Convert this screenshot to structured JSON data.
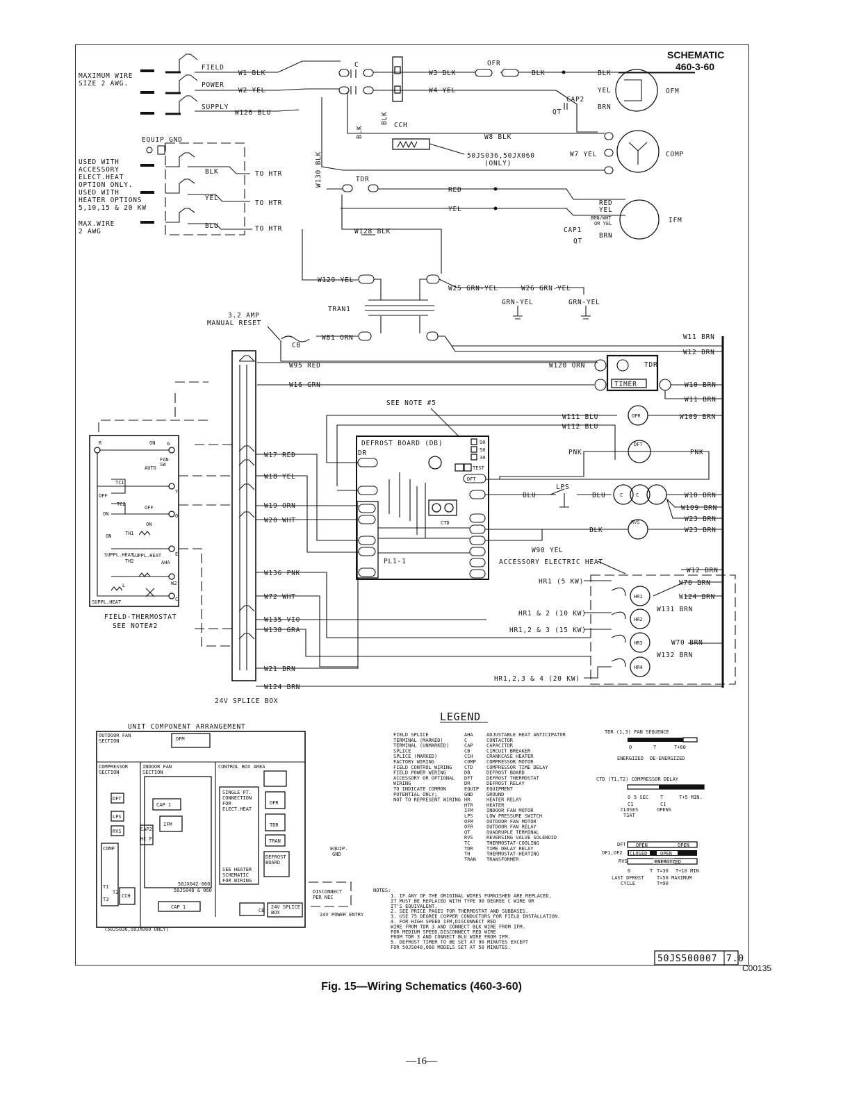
{
  "header": {
    "title_line1": "SCHEMATIC",
    "title_line2": "460-3-60"
  },
  "supply": {
    "max_wire": [
      "MAXIMUM WIRE",
      "SIZE 2 AWG."
    ],
    "field": "FIELD",
    "power": "POWER",
    "supply": "SUPPLY",
    "equip_gnd": "EQUIP_GND",
    "used_with": [
      "USED WITH",
      "ACCESSORY",
      "ELECT.HEAT",
      "OPTION ONLY.",
      "USED WITH",
      "HEATER OPTIONS",
      "5,10,15 & 20 KW"
    ],
    "max_wire2": [
      "MAX.WIRE",
      "2 AWG"
    ],
    "to_htr": "TO HTR"
  },
  "wires": {
    "w1": "W1 BLK",
    "w2": "W2 YEL",
    "w126": "W126 BLU",
    "w3": "W3 BLK",
    "w4": "W4 YEL",
    "w8": "W8 BLK",
    "w7": "W7 YEL",
    "w130": "W130 BLK",
    "w128": "W128 BLK",
    "w129": "W129 YEL",
    "w25": "W25 GRN-YEL",
    "w26": "W26 GRN-YEL",
    "grnyel": "GRN-YEL",
    "w81": "W81 ORN",
    "w95": "W95 RED",
    "w16": "W16 GRN",
    "w120": "W120 ORN",
    "w11": "W11 BRN",
    "w12": "W12 BRN",
    "w10": "W10 BRN",
    "w111": "W111 BLU",
    "w112": "W112 BLU",
    "w109": "W109 BRN",
    "w17": "W17 RED",
    "w18": "W18 YEL",
    "w19": "W19 ORN",
    "w20": "W20 WHT",
    "w136": "W136 PNK",
    "w72": "W72 WHT",
    "w135": "W135 VIO",
    "w138": "W138 GRA",
    "w21": "W21 BRN",
    "w124": "W124 BRN",
    "w90": "W90 YEL",
    "w23": "W23 BRN",
    "w70": "W70 BRN",
    "w131": "W131 BRN",
    "w132": "W132 BRN",
    "blk": "BLK",
    "yel": "YEL",
    "red": "RED",
    "blu": "BLU",
    "pnk": "PNK",
    "brn": "BRN",
    "brnwht": [
      "BRN/WHT",
      "OR YEL"
    ]
  },
  "labels": {
    "c": "C",
    "ofr": "OFR",
    "ofm": "OFM",
    "comp": "COMP",
    "ifm": "IFM",
    "cap2": "CAP2",
    "cap1": "CAP1",
    "qt": "QT",
    "cch": "CCH",
    "cch_note": [
      "50JS036,50JX060",
      "(ONLY)"
    ],
    "tdr": "TDR",
    "tran1": "TRAN1",
    "amp": [
      "3.2 AMP",
      "MANUAL RESET"
    ],
    "cb": "CB",
    "timer": "TIMER",
    "see_note5": "SEE NOTE #5",
    "defrost_board": "DEFROST BOARD (DB)",
    "dr": "DR",
    "test": "TEST",
    "ctd": "CTD",
    "pl1": "PL1-1",
    "lps": "LPS",
    "dft": "DFT",
    "rvs": "RVS",
    "acc_heat": "ACCESSORY ELECTRIC HEAT",
    "hr1": "HR1 (5 KW)",
    "hr12": "HR1 & 2 (10 KW)",
    "hr123": "HR1,2 & 3 (15 KW)",
    "hr1234": "HR1,2,3 & 4 (20 KW)",
    "splice_box": "24V SPLICE BOX",
    "thermostat": [
      "FIELD-THERMOSTAT",
      "SEE NOTE#2"
    ],
    "t90": "90",
    "t50": "50",
    "t30": "30"
  },
  "thermostat": {
    "r": "R",
    "on": "ON",
    "g": "G",
    "fan": "FAN",
    "sw": "SW",
    "auto": "AUTO",
    "y": "Y",
    "tc1": "TC1",
    "tc2": "TC2",
    "off": "OFF",
    "o": "O",
    "th1": "TH1",
    "th2": "TH2",
    "suppl_heat_e": "SUPPL.HEAT",
    "e": "E",
    "aha": "AHA",
    "w2": "W2",
    "l": "L",
    "c": "C",
    "suppl_heat": "SUPPL.HEAT"
  },
  "arrangement": {
    "title": "UNIT COMPONENT ARRANGEMENT",
    "outdoor": [
      "OUTDOOR FAN",
      "SECTION"
    ],
    "ofm": "OFM",
    "compressor": [
      "COMPRESSOR",
      "SECTION"
    ],
    "indoor": [
      "INDOOR FAN",
      "SECTION"
    ],
    "control": "CONTROL BOX AREA",
    "dft": "DFT",
    "lps": "LPS",
    "rvs": "RVS",
    "comp": "COMP",
    "cap1": "CAP 1",
    "ifm": "IFM",
    "cap2": "CAP2",
    "hcf": "HC F",
    "t1": "T1",
    "t2": "T2",
    "t3": "T3",
    "cch": "CCH",
    "single": [
      "SINGLE PT.",
      "CONNECTION",
      "FOR",
      "ELECT.HEAT"
    ],
    "see_heater": [
      "SEE HEATER",
      "SCHEMATIC",
      "FOR WIRING"
    ],
    "tran": "TRAN",
    "defrost": [
      "DEFROST",
      "BOARD"
    ],
    "ofr": "OFR",
    "tdr": "TDR",
    "model": [
      "50JX042-060",
      "50JS048 & 060"
    ],
    "cap1b": "CAP 1",
    "cb": "CB",
    "splice": [
      "24V SPLICE",
      "BOX"
    ],
    "equip": [
      "EQUIP.",
      "GND"
    ],
    "disconnect": [
      "DISCONNECT",
      "PER NEC"
    ],
    "power": "24V POWER ENTRY",
    "note": "(50JS036,50JX060 ONLY)"
  },
  "legend": {
    "title": "LEGEND",
    "symbols": [
      "FIELD SPLICE",
      "TERMINAL (MARKED)",
      "TERMINAL (UNMARKED)",
      "SPLICE",
      "SPLICE (MARKED)",
      "FACTORY WIRING",
      "FIELD CONTROL WIRING",
      "FIELD POWER WIRING",
      "ACCESSORY OR OPTIONAL",
      "WIRING",
      "TO INDICATE COMMON",
      "POTENTIAL ONLY;",
      "NOT TO REPRESENT WIRING"
    ],
    "abbr": [
      [
        "AHA",
        "ADJUSTABLE HEAT ANTICIPATOR"
      ],
      [
        "C",
        "CONTACTOR"
      ],
      [
        "CAP",
        "CAPACITOR"
      ],
      [
        "CB",
        "CIRCUIT BREAKER"
      ],
      [
        "CCH",
        "CRANKCASE HEATER"
      ],
      [
        "COMP",
        "COMPRESSOR MOTOR"
      ],
      [
        "CTD",
        "COMPRESSOR TIME DELAY"
      ],
      [
        "DB",
        "DEFROST BOARD"
      ],
      [
        "DFT",
        "DEFROST THERMOSTAT"
      ],
      [
        "DR",
        "DEFROST RELAY"
      ],
      [
        "EQUIP",
        "EQUIPMENT"
      ],
      [
        "GND",
        "GROUND"
      ],
      [
        "HR",
        "HEATER RELAY"
      ],
      [
        "HTR",
        "HEATER"
      ],
      [
        "IFM",
        "INDOOR FAN MOTOR"
      ],
      [
        "LPS",
        "LOW PRESSURE SWITCH"
      ],
      [
        "OFM",
        "OUTDOOR FAN MOTOR"
      ],
      [
        "OFR",
        "OUTDOOR FAN RELAY"
      ],
      [
        "QT",
        "QUADRUPLE TERMINAL"
      ],
      [
        "RVS",
        "REVERSING VALVE SOLENOID"
      ],
      [
        "TC",
        "THERMOSTAT-COOLING"
      ],
      [
        "TDR",
        "TIME DELAY RELAY"
      ],
      [
        "TH",
        "THERMOSTAT-HEATING"
      ],
      [
        "TRAN",
        "TRANSFORMER"
      ]
    ]
  },
  "timing": {
    "tdr": "TDR (1,3) FAN SEQUENCE",
    "tdr_marks": [
      "0",
      "T",
      "T+60"
    ],
    "energized": "ENERGIZED",
    "deenergized": "DE-ENERGIZED",
    "ctd": "CTD (T1,T2) COMPRESSOR DELAY",
    "ctd_marks": [
      "0",
      "5 SEC",
      "T",
      "T+5 MIN."
    ],
    "c1_closes": [
      "C1",
      "CLOSES",
      "TSAT"
    ],
    "c1_opens": [
      "C1",
      "OPENS"
    ],
    "dft": "DFT",
    "of": "OF1,OF2",
    "rvs": "RVS",
    "open": "OPEN",
    "closed": "CLOSED",
    "energized_bar": "ENERGIZED",
    "marks": [
      "0",
      "T",
      "T=30",
      "T+10 MIN"
    ],
    "last": [
      "LAST DFROST",
      "CYCLE"
    ],
    "maximum": [
      "T=50 MAXIMUM",
      "T=90"
    ]
  },
  "notes": {
    "title": "NOTES:",
    "lines": [
      "1. IF ANY OF THE ORIGINAL WIRES FURNISHED ARE REPLACED,",
      "   IT MUST BE REPLACED WITH TYPE 90 DEGREE C WIRE OR",
      "   IT'S EQUIVALENT.",
      "2. SEE PRICE PAGES FOR THERMOSTAT AND SUBBASES.",
      "3. USE 75 DEGREE COPPER CONDUCTORS FOR FIELD INSTALLATION.",
      "4. FOR HIGH SPEED IFM,DISCONNECT RED",
      "   WIRE FROM TDR 3 AND CONNECT BLK WIRE FROM IFM.",
      "   FOR MEDIUM SPEED,DISCONNECT RED WIRE",
      "   FROM TDR 3 AND CONNECT BLU WIRE FROM IFM.",
      "5. DEFROST TIMER TO BE SET AT 90 MINUTES EXCEPT",
      "   FOR 50JS048,060 MODELS SET AT 50 MINUTES."
    ]
  },
  "footer": {
    "doc": "50JS500007",
    "rev": "7.0",
    "code": "C00135",
    "caption": "Fig. 15—Wiring Schematics (460-3-60)",
    "page": "—16—"
  }
}
